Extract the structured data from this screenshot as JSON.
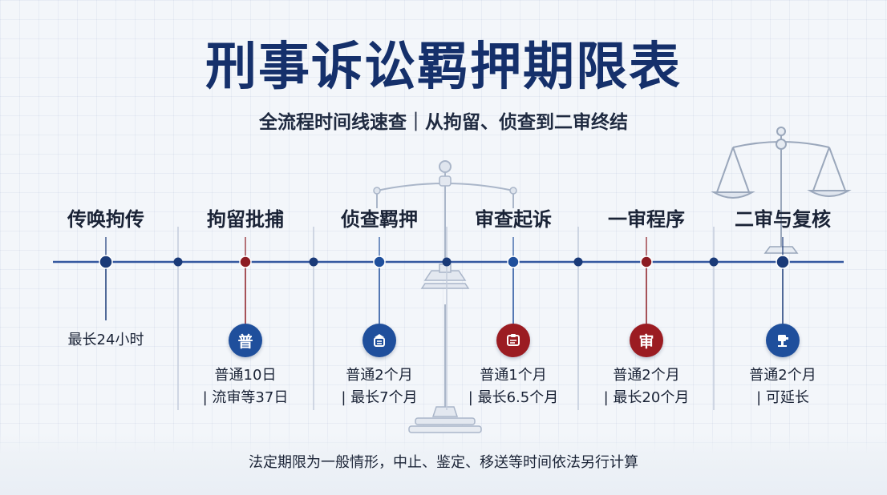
{
  "header": {
    "title": "刑事诉讼羁押期限表",
    "subtitle": "全流程时间线速查｜从拘留、侦查到二审终结"
  },
  "stages": [
    {
      "title": "传唤拘传",
      "lines": [
        "最长24小时"
      ],
      "node_color": "#1a3a78",
      "icon": "none",
      "badge_text": ""
    },
    {
      "title": "拘留批捕",
      "lines": [
        "普通10日",
        "| 流审等37日"
      ],
      "node_color": "#8c1b22",
      "icon": "seal-icon",
      "badge_text": "普",
      "badge_color": "#1f4f9c"
    },
    {
      "title": "侦查羁押",
      "lines": [
        "普通2个月",
        "| 最长7个月"
      ],
      "node_color": "#1f4f9c",
      "icon": "officer-icon",
      "badge_text": "",
      "badge_color": "#1f4f9c"
    },
    {
      "title": "审查起诉",
      "lines": [
        "普通1个月",
        "| 最长6.5个月"
      ],
      "node_color": "#1f4f9c",
      "icon": "document-icon",
      "badge_text": "",
      "badge_color": "#9b1c22"
    },
    {
      "title": "一审程序",
      "lines": [
        "普通2个月",
        "| 最长20个月"
      ],
      "node_color": "#8c1b22",
      "icon": "trial-icon",
      "badge_text": "审",
      "badge_color": "#9b1c22"
    },
    {
      "title": "二审与复核",
      "lines": [
        "普通2个月",
        "| 可延长"
      ],
      "node_color": "#1a3a78",
      "icon": "gavel-icon",
      "badge_text": "",
      "badge_color": "#1f4f9c"
    }
  ],
  "footer": {
    "note": "法定期限为一般情形，中止、鉴定、移送等时间依法另行计算"
  },
  "colors": {
    "title_navy": "#15306b",
    "timeline_blue": "#3558a0",
    "accent_red": "#9b1c22",
    "accent_blue": "#1f4f9c"
  }
}
